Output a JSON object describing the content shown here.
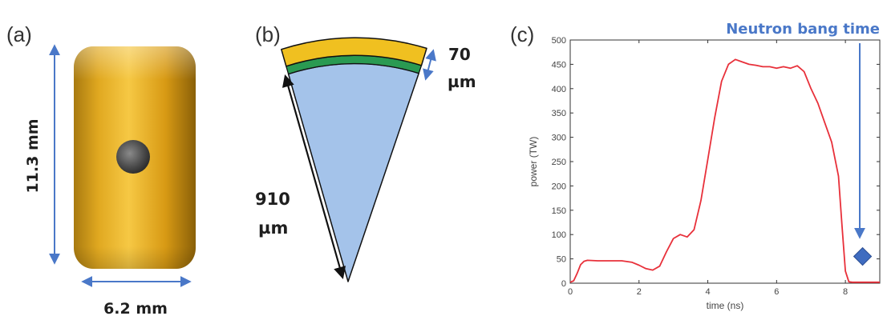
{
  "colors": {
    "hohlraum_gold": "#d8a21a",
    "hole": "#3c3c3c",
    "arrow_blue": "#4a78c8",
    "capsule_blue": "#a4c3ea",
    "ablator_yellow": "#f0c020",
    "ice_green": "#2a9a52",
    "pulse_red": "#e8303a",
    "marker_blue": "#3f6cc0"
  },
  "panel_a": {
    "label": "(a)",
    "height_label": "11.3 mm",
    "width_label": "6.2 mm"
  },
  "panel_b": {
    "label": "(b)",
    "shell_label_value": "70",
    "shell_label_unit": "µm",
    "radius_label_value": "910",
    "radius_label_unit": "µm"
  },
  "panel_c": {
    "label": "(c)",
    "annotation": "Neutron bang time"
  },
  "chart_data": {
    "type": "line",
    "xlabel": "time (ns)",
    "ylabel": "power (TW)",
    "xlim": [
      0,
      9
    ],
    "ylim": [
      0,
      500
    ],
    "x_ticks": [
      0,
      2,
      4,
      6,
      8
    ],
    "y_ticks": [
      0,
      50,
      100,
      150,
      200,
      250,
      300,
      350,
      400,
      450,
      500
    ],
    "grid": false,
    "series": [
      {
        "x": [
          0,
          0.1,
          0.2,
          0.3,
          0.4,
          0.5,
          0.8,
          1.0,
          1.5,
          1.8,
          2.0,
          2.2,
          2.4,
          2.6,
          2.8,
          3.0,
          3.2,
          3.4,
          3.6,
          3.8,
          4.0,
          4.2,
          4.4,
          4.6,
          4.8,
          5.0,
          5.2,
          5.4,
          5.6,
          5.8,
          6.0,
          6.2,
          6.4,
          6.6,
          6.8,
          7.0,
          7.2,
          7.4,
          7.6,
          7.8,
          7.9,
          8.0,
          8.1,
          8.2,
          8.4,
          8.6,
          9.0
        ],
        "y": [
          2,
          5,
          20,
          38,
          45,
          47,
          46,
          46,
          46,
          43,
          37,
          30,
          27,
          35,
          65,
          92,
          100,
          95,
          110,
          170,
          255,
          340,
          415,
          450,
          460,
          455,
          450,
          448,
          445,
          445,
          442,
          445,
          442,
          447,
          435,
          400,
          370,
          330,
          290,
          220,
          120,
          25,
          3,
          2,
          2,
          2,
          2
        ]
      }
    ],
    "markers": [
      {
        "x": 8.5,
        "y": 55,
        "shape": "diamond"
      }
    ]
  }
}
